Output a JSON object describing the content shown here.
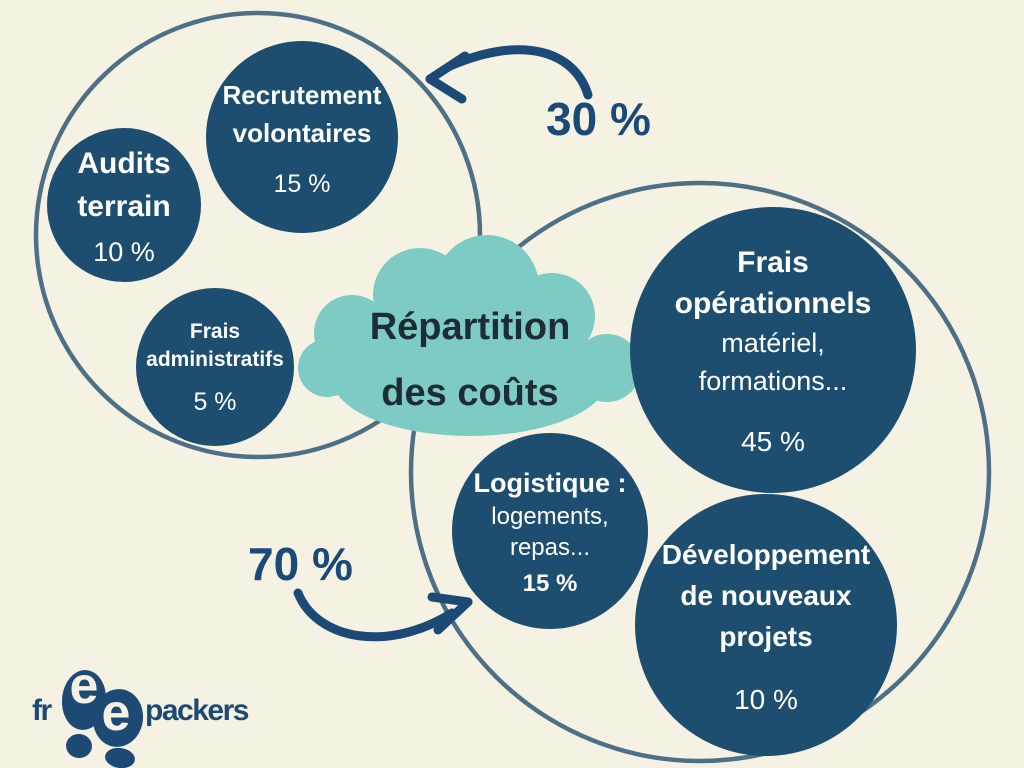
{
  "palette": {
    "background": "#f6f2e3",
    "bubble_fill": "#1d4e70",
    "bubble_text": "#ffffff",
    "group_outline": "#4e7086",
    "cloud_fill": "#7dcbc4",
    "cloud_text": "#1e2c34",
    "accent_text": "#1c4a76"
  },
  "cloud": {
    "line1": "Répartition",
    "line2": "des coûts"
  },
  "left_group": {
    "share": "30 %",
    "recrutement": {
      "t1": "Recrutement",
      "t2": "volontaires",
      "value": "15 %"
    },
    "audits": {
      "t1": "Audits",
      "t2": "terrain",
      "value": "10 %"
    },
    "frais_admin": {
      "t1": "Frais",
      "t2": "administratifs",
      "value": "5 %"
    }
  },
  "right_group": {
    "share": "70 %",
    "frais_op": {
      "t1": "Frais",
      "t2": "opérationnels",
      "s1": "matériel,",
      "s2": "formations...",
      "value": "45 %"
    },
    "logistique": {
      "t1": "Logistique :",
      "s1": "logements,",
      "s2": "repas...",
      "value": "15 %"
    },
    "developpement": {
      "t1": "Développement",
      "t2": "de nouveaux",
      "t3": "projets",
      "value": "10 %"
    }
  },
  "logo": {
    "part1": "fr",
    "e_top": "e",
    "e_bottom": "e",
    "part2": "packers"
  },
  "icons": {
    "cloud": "cloud-shape",
    "arrows": "hand-drawn-curved-arrows",
    "footprints": "two-footprints"
  }
}
